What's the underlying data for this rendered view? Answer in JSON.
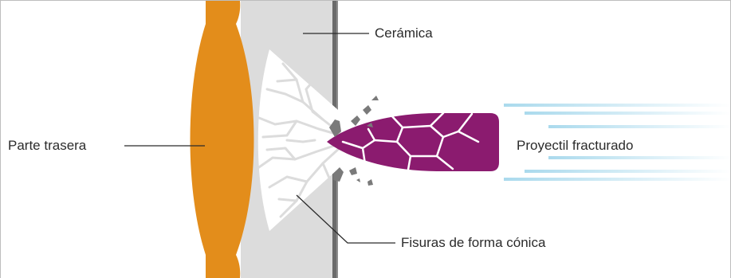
{
  "labels": {
    "ceramic": "Cerámica",
    "backing": "Parte trasera",
    "projectile": "Proyectil fracturado",
    "cracks": "Fisuras de forma cónica"
  },
  "colors": {
    "backing": "#e38d1b",
    "ceramic": "#dcdcdc",
    "steel_plate": "#6b6b6b",
    "projectile": "#8b1b6f",
    "fragments": "#7a7a7a",
    "motion_trails": "#a6d8ec",
    "frame": "#bdbdbd",
    "leader_lines": "#2b2b2b"
  }
}
